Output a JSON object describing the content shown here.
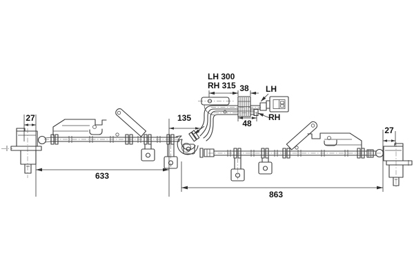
{
  "page": {
    "background_color": "#ffffff"
  },
  "drawing": {
    "kind": "technical line drawing",
    "subject": "wheel-speed sensor wiring harness with brackets, clips and connector",
    "line_color": "#3a3a3a",
    "text_color": "#111111",
    "labels": {
      "dim_27_left": "27",
      "dim_633": "633",
      "dim_135": "135",
      "dim_lh_300": "LH 300",
      "dim_rh_315": "RH 315",
      "dim_38": "38",
      "callout_lh": "LH",
      "dim_48": "48",
      "callout_rh": "RH",
      "dim_863": "863",
      "dim_27_right": "27"
    },
    "component_names": [
      "left-wheel-speed-sensor",
      "left-mounting-bracket",
      "harness-cable-left",
      "cable-clips",
      "service-loop",
      "junction-bracket-plate",
      "double-clamp",
      "connector-plug",
      "harness-cable-right",
      "right-mounting-bracket",
      "right-wheel-speed-sensor"
    ]
  }
}
